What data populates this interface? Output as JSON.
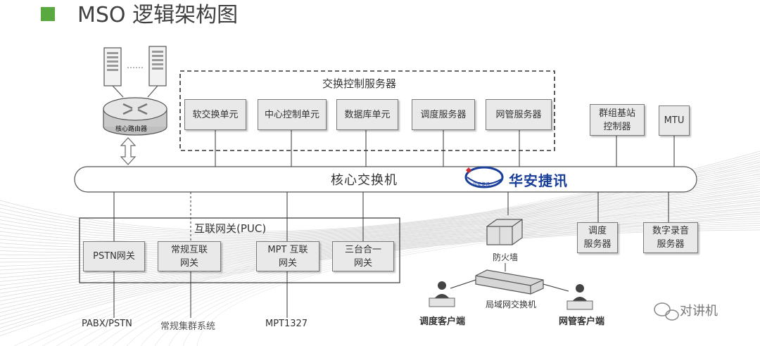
{
  "slide": {
    "title": "MSO 逻辑架构图"
  },
  "diagram": {
    "core_router": "核心路由器",
    "router_dots": "……",
    "switch_control_server": {
      "title": "交换控制服务器",
      "units": [
        "软交换单元",
        "中心控制单元",
        "数据库单元",
        "调度服务器",
        "网管服务器"
      ]
    },
    "cluster_bs_controller": "群组基站\n控制器",
    "mtu": "MTU",
    "core_switch": "核心交换机",
    "puc": {
      "title": "互联网关(PUC)",
      "gateways": [
        "PSTN网关",
        "常规互联\n网关",
        "MPT 互联\n网关",
        "三台合一\n网关"
      ]
    },
    "externals": [
      "PABX/PSTN",
      "常规集群系统",
      "MPT1327"
    ],
    "dispatch_server": "调度\n服务器",
    "digital_recording_server": "数字录音\n服务器",
    "firewall": "防火墙",
    "lan_switch": "局域网交换机",
    "dispatch_client": "调度客户端",
    "nms_client": "网管客户端",
    "brand_logo": "华安捷讯",
    "brand_logo_small": "华安捷讯",
    "watermark": "对讲机"
  },
  "colors": {
    "title_square": "#5aa840",
    "logo_blue": "#1a3f9a",
    "logo_red": "#d22a2a"
  }
}
